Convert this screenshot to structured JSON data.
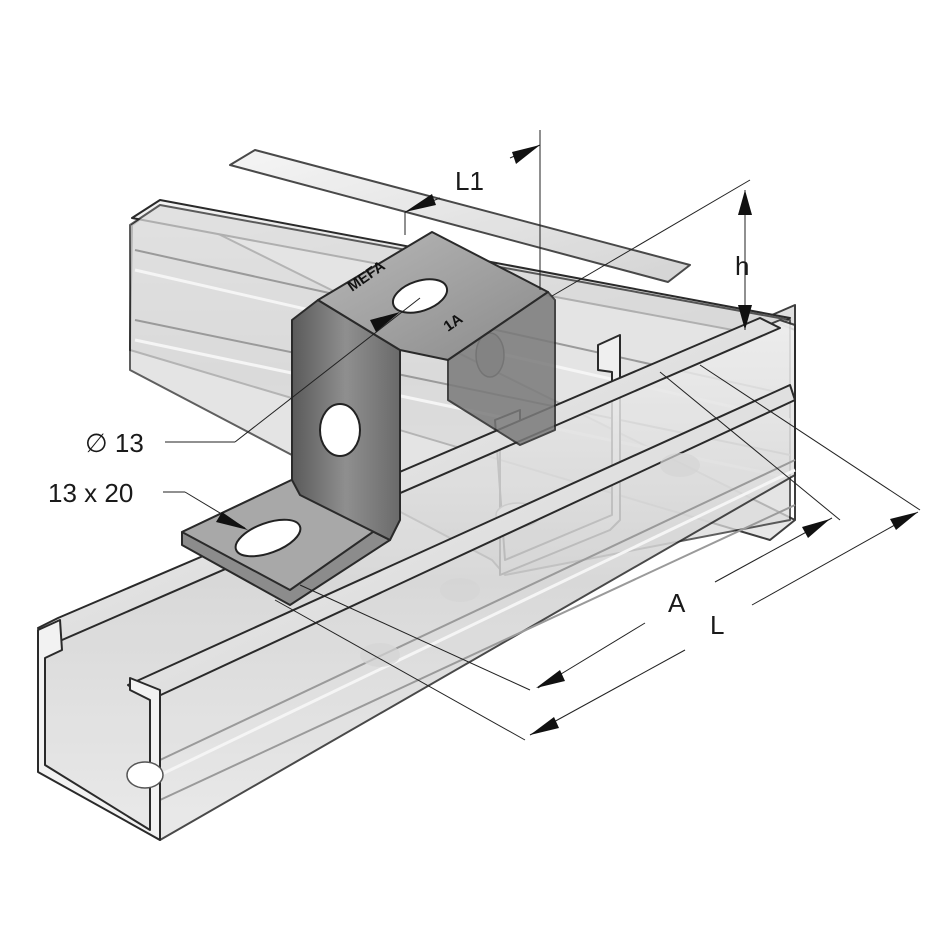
{
  "labels": {
    "L1": "L1",
    "h": "h",
    "diameter": "∅ 13",
    "slot": "13 x 20",
    "A": "A",
    "L": "L",
    "brand_stamp": "MEFA",
    "size_stamp": "1A"
  },
  "colors": {
    "channel_light": "#e8e8e8",
    "channel_mid": "#cfcfcf",
    "channel_dark": "#a9a9a9",
    "bracket_light": "#9a9a9a",
    "bracket_dark": "#4a4a4a",
    "line": "#222222"
  }
}
